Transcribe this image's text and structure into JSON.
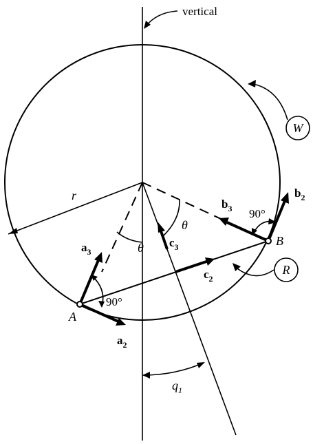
{
  "labels": {
    "vertical": "vertical",
    "W": "W",
    "R": "R",
    "r": "r",
    "A": "A",
    "B": "B",
    "theta_left": "θ",
    "theta_right": "θ",
    "angle_A": "90°",
    "angle_B": "90°",
    "q": "q",
    "q_sub": "1",
    "a2": "a",
    "a2_sub": "2",
    "a3": "a",
    "a3_sub": "3",
    "b2": "b",
    "b2_sub": "2",
    "b3": "b",
    "b3_sub": "3",
    "c2": "c",
    "c2_sub": "2",
    "c3": "c",
    "c3_sub": "3"
  }
}
